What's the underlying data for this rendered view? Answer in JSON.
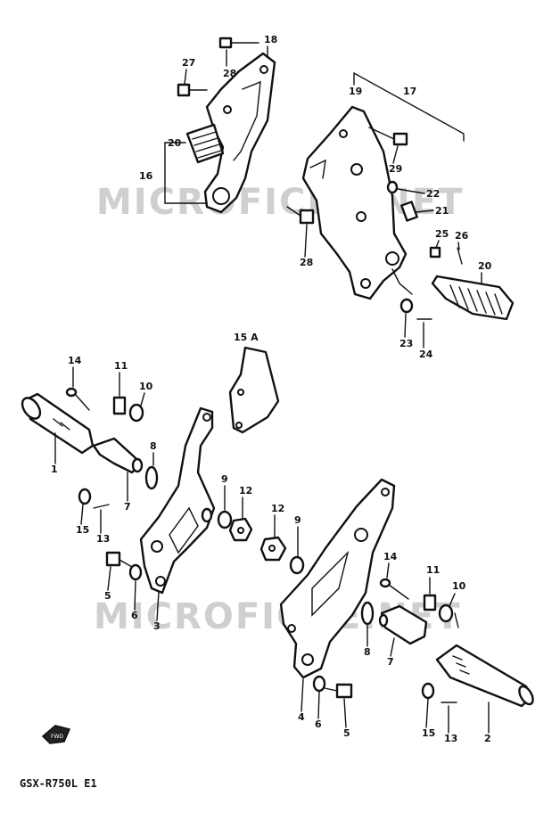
{
  "watermark": "MICROFICHE.NET",
  "model_code": "GSX-R750L E1",
  "orientation_mark": "FWD",
  "callouts": {
    "p18": "18",
    "p27": "27",
    "p28a": "28",
    "p20a": "20",
    "p16": "16",
    "p19": "19",
    "p17": "17",
    "p29": "29",
    "p22": "22",
    "p21": "21",
    "p28b": "28",
    "p25": "25",
    "p26": "26",
    "p20b": "20",
    "p23": "23",
    "p24": "24",
    "p15a": "15 A",
    "p14a": "14",
    "p11a": "11",
    "p10a": "10",
    "p1": "1",
    "p8a": "8",
    "p7a": "7",
    "p15b": "15",
    "p13a": "13",
    "p9a": "9",
    "p12a": "12",
    "p12b": "12",
    "p9b": "9",
    "p5a": "5",
    "p6a": "6",
    "p3": "3",
    "p14b": "14",
    "p11b": "11",
    "p10b": "10",
    "p8b": "8",
    "p7b": "7",
    "p4": "4",
    "p6b": "6",
    "p5b": "5",
    "p15c": "15",
    "p13b": "13",
    "p2": "2"
  }
}
